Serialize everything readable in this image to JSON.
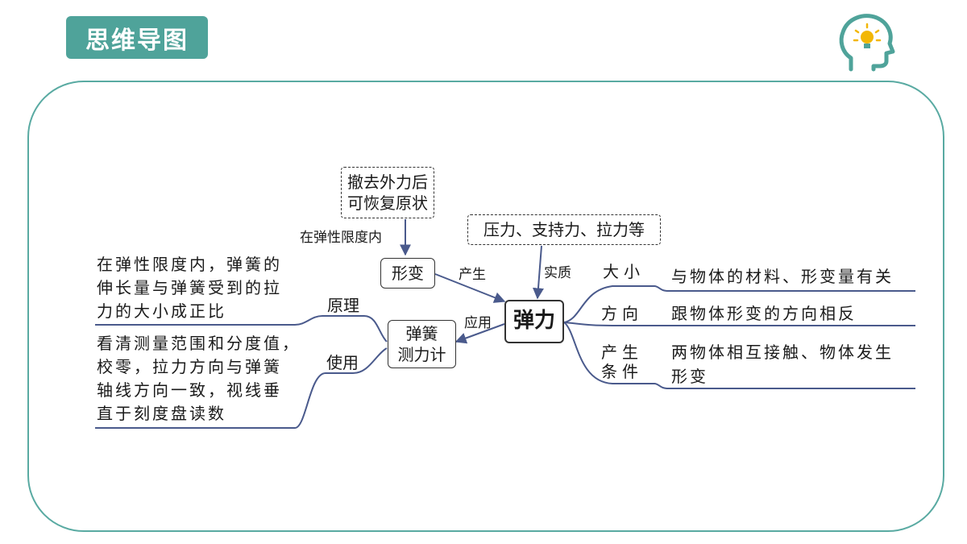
{
  "header": {
    "title": "思维导图",
    "icon": "head-lightbulb-icon",
    "accent_color": "#4fa39a"
  },
  "center": {
    "label": "弹力"
  },
  "nodes": {
    "deformation": {
      "label": "形变",
      "edge_label": "产生"
    },
    "deformation_note": {
      "line1": "撤去外力后",
      "line2": "可恢复原状",
      "edge_label": "在弹性限度内"
    },
    "essence": {
      "label": "压力、支持力、拉力等",
      "edge_label": "实质"
    },
    "dynamometer": {
      "line1": "弹簧",
      "line2": "测力计",
      "edge_label": "应用"
    }
  },
  "left_branches": {
    "principle": {
      "label": "原理",
      "lines": [
        "在弹性限度内，弹簧的",
        "伸长量与弹簧受到的拉",
        "力的大小成正比"
      ]
    },
    "usage": {
      "label": "使用",
      "lines": [
        "看清测量范围和分度值，",
        "校零，拉力方向与弹簧",
        "轴线方向一致，视线垂",
        "直于刻度盘读数"
      ]
    }
  },
  "right_branches": {
    "magnitude": {
      "label": "大小",
      "text": "与物体的材料、形变量有关"
    },
    "direction": {
      "label": "方向",
      "text": "跟物体形变的方向相反"
    },
    "condition": {
      "label_line1": "产生",
      "label_line2": "条件",
      "text_line1": "两物体相互接触、物体发生",
      "text_line2": "形变"
    }
  }
}
